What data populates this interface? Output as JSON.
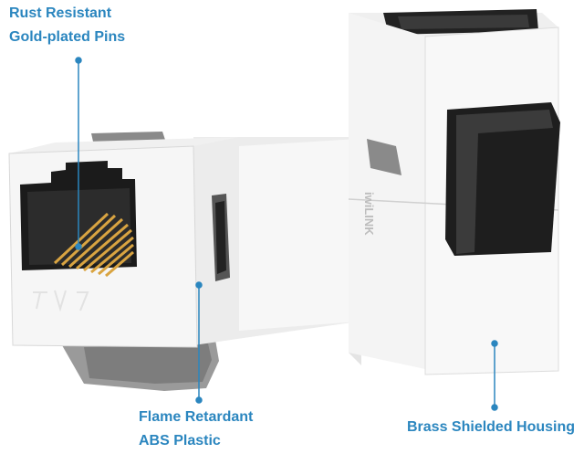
{
  "callouts": {
    "top_left": {
      "line1": "Rust Resistant",
      "line2": "Gold-plated Pins"
    },
    "bottom_left": {
      "line1": "Flame Retardant",
      "line2": "ABS Plastic"
    },
    "bottom_right": {
      "line1": "Brass Shielded Housing"
    }
  },
  "brand_mark": "iwiLINK",
  "colors": {
    "callout_text": "#2b86bf",
    "leader_line": "#2b86bf",
    "housing": "#f2f2f2",
    "shadow": "#d4d4d4",
    "latch": "#2a2a2a",
    "pins": "#d9a441"
  }
}
